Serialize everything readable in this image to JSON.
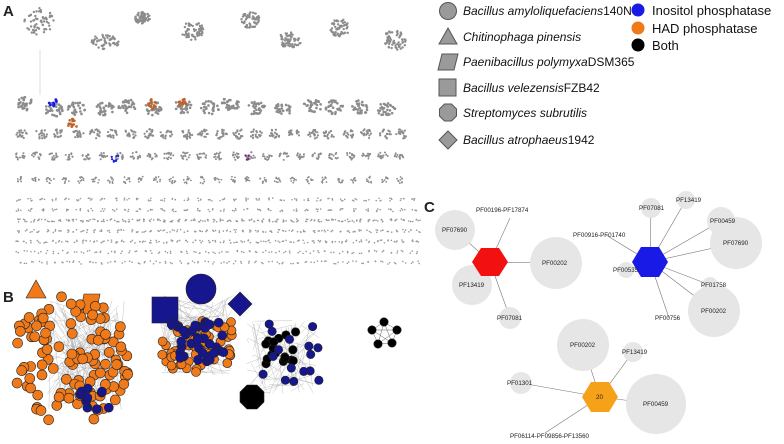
{
  "panels": {
    "a": "A",
    "b": "B",
    "c": "C"
  },
  "species_legend": [
    {
      "shape": "circle",
      "name": "Bacillus amyloliquefaciens",
      "suffix": "140N"
    },
    {
      "shape": "triangle",
      "name": "Chitinophaga pinensis",
      "suffix": ""
    },
    {
      "shape": "parallelogram",
      "name": "Paenibacillus polymyxa",
      "suffix": "DSM365"
    },
    {
      "shape": "square",
      "name": "Bacillus velezensis",
      "suffix": "FZB42"
    },
    {
      "shape": "octagon",
      "name": "Streptomyces subrutilis",
      "suffix": ""
    },
    {
      "shape": "diamond",
      "name": "Bacillus atrophaeus",
      "suffix": "1942"
    }
  ],
  "color_legend": [
    {
      "label": "Inositol phosphatase",
      "color": "#1a1ae6"
    },
    {
      "label": "HAD phosphatase",
      "color": "#f07a1a"
    },
    {
      "label": "Both",
      "color": "#000000"
    }
  ],
  "colors": {
    "grey_node": "#8c8c8c",
    "light_node": "#e6e6e6",
    "red_hex": "#f21010",
    "blue_hex": "#1a1ae6",
    "orange_hex": "#f5a21a",
    "orange_node": "#f07a1a",
    "navy_node": "#16168f"
  },
  "network_c": [
    {
      "hub_color": "#f21010",
      "hub_label": "",
      "nodes": [
        "PF00196-PF17874",
        "PF07690",
        "PF00202",
        "PF13419",
        "PF07081"
      ]
    },
    {
      "hub_color": "#1a1ae6",
      "hub_label": "",
      "nodes": [
        "PF07081",
        "PF13419",
        "PF00459",
        "PF00916-PF01740",
        "PF07690",
        "PF00535",
        "PF01758",
        "PF00756",
        "PF00202"
      ]
    },
    {
      "hub_color": "#f5a21a",
      "hub_label": "20",
      "nodes": [
        "PF00202",
        "PF13419",
        "PF01301",
        "PF00459",
        "PF06114-PF09856-PF13560"
      ]
    }
  ]
}
